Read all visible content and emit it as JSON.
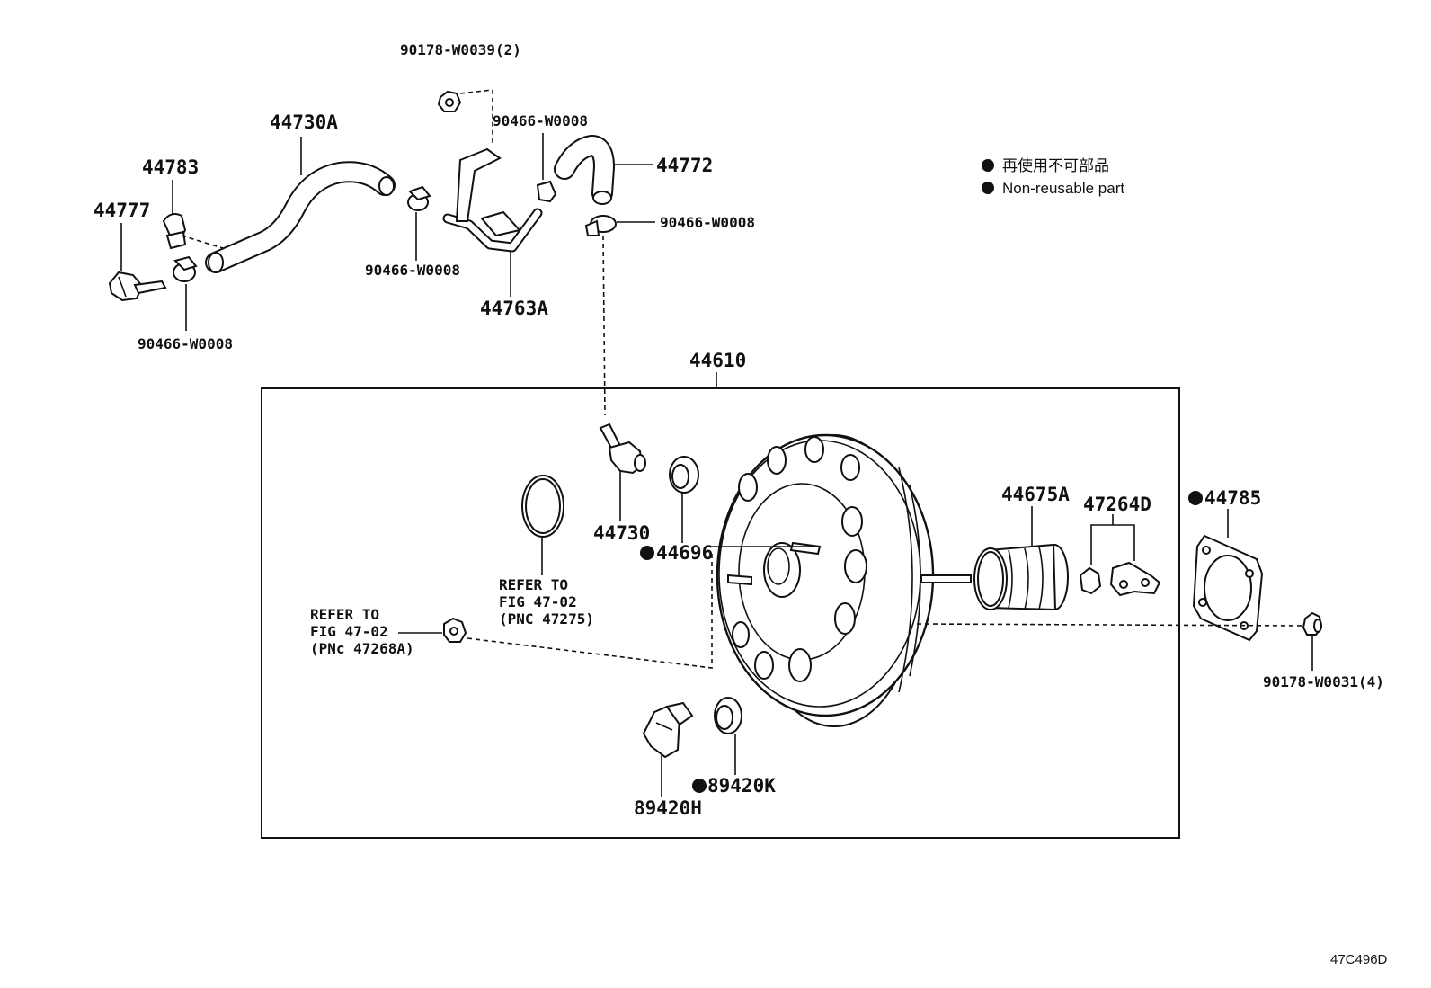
{
  "diagram": {
    "legend": {
      "symbol": "●",
      "japanese": "再使用不可部品",
      "english": "Non-reusable part"
    },
    "figure_code": "47C496D",
    "parts": {
      "p90178_w0039": "90178-W0039(2)",
      "p90466_top": "90466-W0008",
      "p44730a": "44730A",
      "p44772": "44772",
      "p44783": "44783",
      "p44777": "44777",
      "p90466_right": "90466-W0008",
      "p90466_mid": "90466-W0008",
      "p44763a": "44763A",
      "p90466_left": "90466-W0008",
      "p44610": "44610",
      "p44730": "44730",
      "p44696": "44696",
      "p44675a": "44675A",
      "p47264d": "47264D",
      "p44785": "44785",
      "p90178_w0031": "90178-W0031(4)",
      "p89420k": "89420K",
      "p89420h": "89420H"
    },
    "refer1": {
      "line1": "REFER TO",
      "line2": "FIG 47-02",
      "line3": "(PNC 47275)"
    },
    "refer2": {
      "line1": "REFER TO",
      "line2": "FIG 47-02",
      "line3": "(PNc 47268A)"
    }
  }
}
